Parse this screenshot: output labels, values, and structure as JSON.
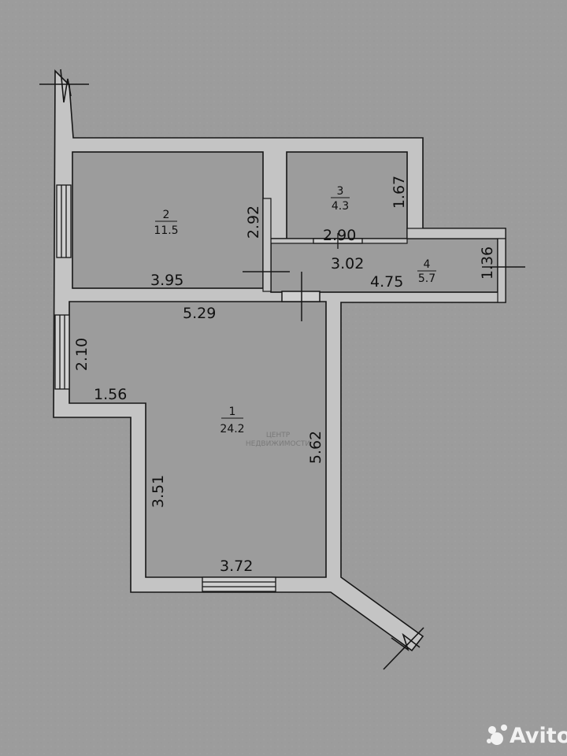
{
  "rooms": [
    {
      "number": "1",
      "area": "24.2"
    },
    {
      "number": "2",
      "area": "11.5"
    },
    {
      "number": "3",
      "area": "4.3"
    },
    {
      "number": "4",
      "area": "5.7"
    }
  ],
  "dimensions": {
    "room2_bottom": "3.95",
    "room2_right": "2.92",
    "room3_right": "1.67",
    "room3_bottom": "2.90",
    "hall_top": "3.02",
    "hall_bottom": "4.75",
    "hall_right": "1.36",
    "room1_top": "5.29",
    "room1_left_upper": "2.10",
    "room1_step": "1.56",
    "room1_left_lower": "3.51",
    "room1_right": "5.62",
    "room1_bottom": "3.72"
  },
  "watermark": {
    "line1": "ЦЕНТР",
    "line2": "НЕДВИЖИМОСТИ"
  },
  "logo": {
    "text": "Avito"
  },
  "colors": {
    "background": "#9c9c9c",
    "wall": "#c4c4c4",
    "line": "#161616"
  }
}
